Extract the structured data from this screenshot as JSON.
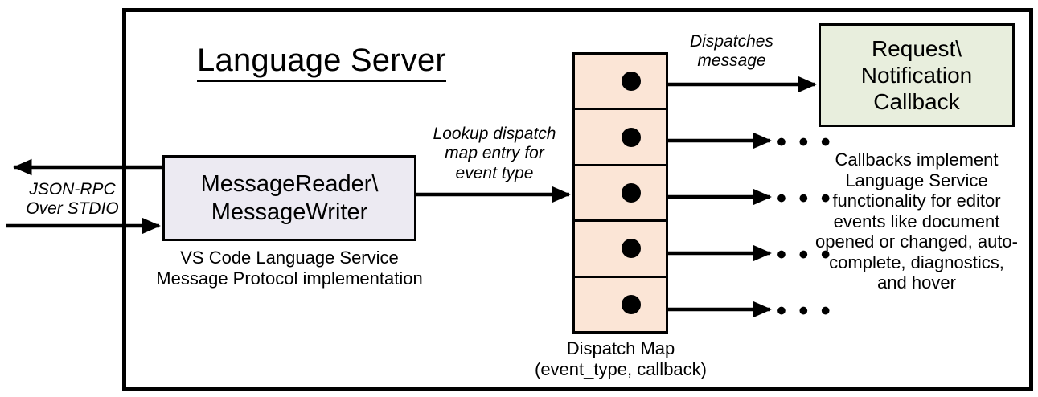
{
  "diagram": {
    "title": "Language Server",
    "outer_frame": {
      "label": "language-server-boundary"
    },
    "colors": {
      "reader_box_fill": "#eceaf2",
      "callback_box_fill": "#e8eedd",
      "dispatch_map_fill": "#fbe5d6",
      "stroke": "#000000",
      "background": "#ffffff"
    },
    "nodes": {
      "reader_writer": {
        "label": "MessageReader\\\nMessageWriter",
        "caption": "VS Code Language Service\nMessage Protocol implementation"
      },
      "dispatch_map": {
        "caption": "Dispatch Map\n(event_type, callback)",
        "row_count": 5,
        "rows": [
          {
            "name": "dispatch-entry-1"
          },
          {
            "name": "dispatch-entry-2"
          },
          {
            "name": "dispatch-entry-3"
          },
          {
            "name": "dispatch-entry-4"
          },
          {
            "name": "dispatch-entry-5"
          }
        ]
      },
      "callback": {
        "label": "Request\\\nNotification\nCallback",
        "caption": "Callbacks implement Language Service functionality for editor events like document opened or changed, auto-complete, diagnostics, and hover"
      }
    },
    "edges": {
      "json_rpc": "JSON-RPC\nOver STDIO",
      "lookup": "Lookup dispatch\nmap entry for\nevent type",
      "dispatches": "Dispatches\nmessage"
    },
    "ellipsis": "• • •",
    "ellipsis_items": [
      {
        "name": "ellipsis-row-2"
      },
      {
        "name": "ellipsis-row-3"
      },
      {
        "name": "ellipsis-row-4"
      },
      {
        "name": "ellipsis-row-5"
      }
    ]
  }
}
